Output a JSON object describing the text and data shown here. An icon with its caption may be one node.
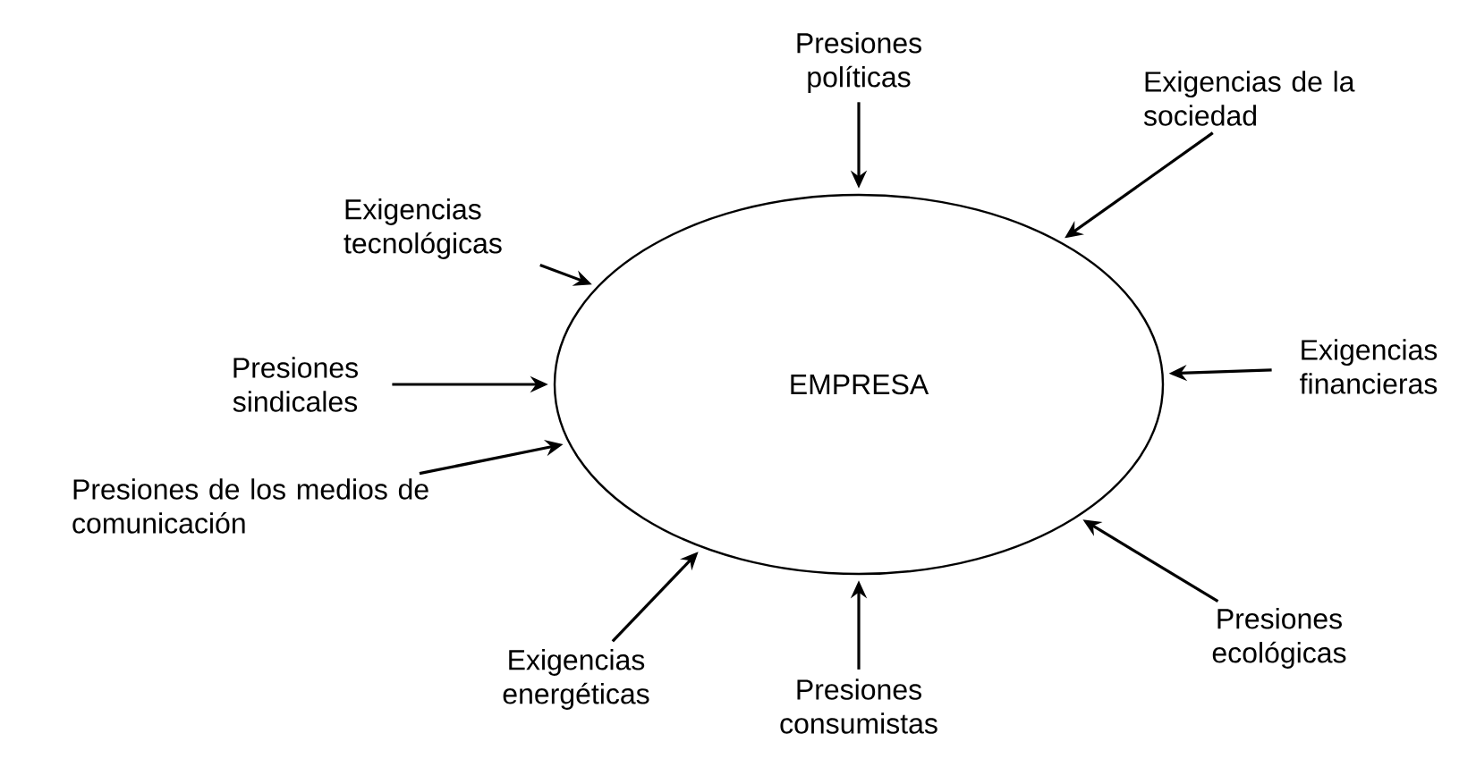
{
  "diagram": {
    "nodes": [
      {
        "text": [
          "EMPRESA"
        ]
      },
      {
        "text": [
          "Presiones políticas"
        ]
      },
      {
        "text": [
          "Exigencias tecnológicas"
        ]
      },
      {
        "text": [
          "Exigencias de la sociedad"
        ]
      },
      {
        "text": [
          "Exigencias financieras"
        ]
      },
      {
        "text": [
          "Presiones sindicales"
        ]
      },
      {
        "text": [
          "Presiones de los medios de comunicación"
        ]
      },
      {
        "text": [
          "Exigencias energéticas"
        ]
      },
      {
        "text": [
          "Presiones consumistas"
        ]
      },
      {
        "text": [
          "Presiones ecológicas"
        ]
      }
    ],
    "edges": [
      {
        "from": 1,
        "to": 0,
        "arrow": "to"
      },
      {
        "from": 2,
        "to": 0,
        "arrow": "to"
      },
      {
        "from": 3,
        "to": 0,
        "arrow": "to"
      },
      {
        "from": 4,
        "to": 0,
        "arrow": "to"
      },
      {
        "from": 5,
        "to": 0,
        "arrow": "to"
      },
      {
        "from": 6,
        "to": 0,
        "arrow": "to"
      },
      {
        "from": 7,
        "to": 0,
        "arrow": "to"
      },
      {
        "from": 8,
        "to": 0,
        "arrow": "to"
      },
      {
        "from": 9,
        "to": 0,
        "arrow": "to"
      }
    ]
  }
}
